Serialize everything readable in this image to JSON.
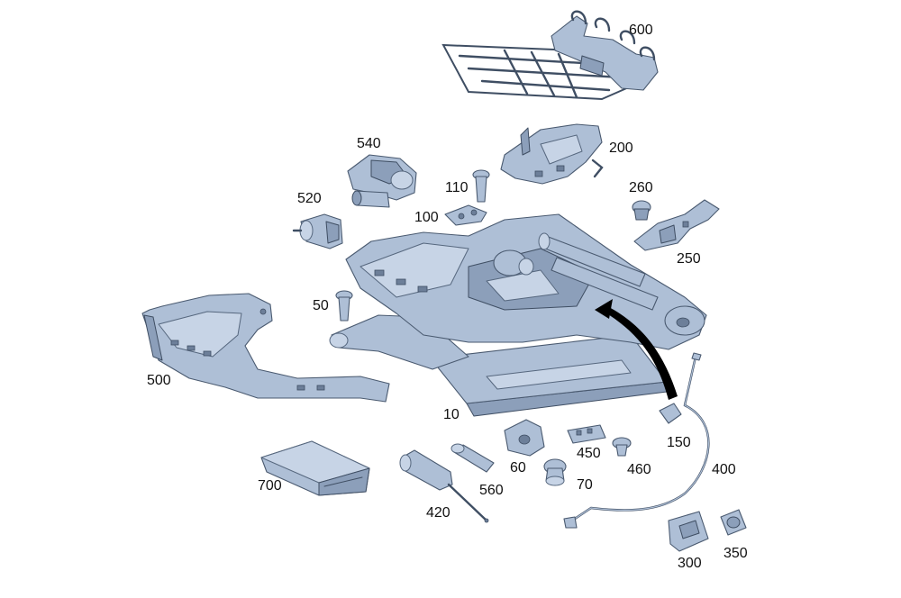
{
  "callouts": [
    {
      "id": "600",
      "label": "600"
    },
    {
      "id": "540",
      "label": "540"
    },
    {
      "id": "200",
      "label": "200"
    },
    {
      "id": "110",
      "label": "110"
    },
    {
      "id": "100",
      "label": "100"
    },
    {
      "id": "520",
      "label": "520"
    },
    {
      "id": "260",
      "label": "260"
    },
    {
      "id": "250",
      "label": "250"
    },
    {
      "id": "50",
      "label": "50"
    },
    {
      "id": "500",
      "label": "500"
    },
    {
      "id": "10",
      "label": "10"
    },
    {
      "id": "150",
      "label": "150"
    },
    {
      "id": "450",
      "label": "450"
    },
    {
      "id": "60",
      "label": "60"
    },
    {
      "id": "460",
      "label": "460"
    },
    {
      "id": "400",
      "label": "400"
    },
    {
      "id": "70",
      "label": "70"
    },
    {
      "id": "700",
      "label": "700"
    },
    {
      "id": "560",
      "label": "560"
    },
    {
      "id": "420",
      "label": "420"
    },
    {
      "id": "300",
      "label": "300"
    },
    {
      "id": "350",
      "label": "350"
    }
  ],
  "colors": {
    "part_fill": "#aebfd6",
    "part_outline": "#4a5a70",
    "arrow": "#000000",
    "background": "#ffffff"
  }
}
